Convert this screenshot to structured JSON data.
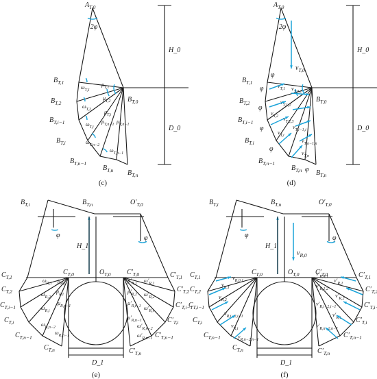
{
  "panels": {
    "c": {
      "caption": "(c)",
      "apex": "A_{T,0}",
      "angle": "2φ",
      "pivot": "B_{T,0}",
      "dim_top": "H_0",
      "dim_bottom": "D_0",
      "edge_labels": [
        "B_{T,1}",
        "B_{T,2}",
        "B_{T,i−1}",
        "B_{T,i}",
        "B_{T,n−1}",
        "B_{T,n}"
      ],
      "sector_labels": [
        "ω_{T,1}",
        "μ_{T,1}",
        "μ_{T,2}",
        "ω_{T,2}",
        "μ_{T,i}",
        "ω_{T,i}",
        "μ_{T,n−1}",
        "μ_{T,n−1}",
        "ω_{T,n−2}",
        "ω_{T,n−1}"
      ]
    },
    "d": {
      "caption": "(d)",
      "apex": "A_{T,0}",
      "angle": "2φ",
      "pivot": "B_{T,0}",
      "dim_top": "H_0",
      "dim_bottom": "D_0",
      "phi": "φ",
      "vector_main": "v_{T,0}",
      "edge_labels": [
        "B_{T,1}",
        "B_{T,2}",
        "B_{T,i−1}",
        "B_{T,i}",
        "B_{T,n−1}",
        "B_{T,n}"
      ],
      "vector_labels": [
        "v_{T,1}",
        "v_{T,0,1}",
        "v_{T,1,2}",
        "v_{T,2}",
        "v_{T,2,3}",
        "v_{T,i}",
        "v_{T,i−1,i}",
        "v_{T,n−1,n}",
        "v_{T,n}"
      ]
    },
    "e": {
      "caption": "(e)",
      "tl": "B_{T,i}",
      "tm": "B_{T,n}",
      "tr": "O′_{T,0}",
      "dim_h": "H_1",
      "dim_d": "D_1",
      "phi": "φ",
      "center_labels": [
        "C_{T,0}",
        "O_{T,0}",
        "C′_{T,0}"
      ],
      "left_edges": [
        "C_{T,1}",
        "C_{T,2}",
        "C_{T,i−1}",
        "C_{T,i}",
        "C_{T,n−1}",
        "C_{T,n}"
      ],
      "right_edges": [
        "C′_{T,1}",
        "C′_{T,2}",
        "C′_{T,i−1}",
        "C′_{T,i}",
        "C′_{T,n−1}",
        "C′_{T,n}"
      ],
      "left_sectors": [
        "ω_{R,1}",
        "μ_{R,1}",
        "ω_{R,2}",
        "μ_{R,i}",
        "ω_{R,i}",
        "μ_{R,n−1}",
        "ω_{R,n−2}",
        "ω_{R,n−1}"
      ],
      "right_sectors": [
        "μ′_{R,1}",
        "ω′_{R,1}",
        "μ′_{R,2}",
        "ω′_{R,2}",
        "μ′_{R,i−1}",
        "ω′_{R,i}",
        "μ′_{R,n−1}",
        "ω′_{R,n−2}",
        "ω′_{R,n−1}"
      ]
    },
    "f": {
      "caption": "(f)",
      "tl": "B_{T,i}",
      "tm": "B_{T,n}",
      "tr": "O′_{T,0}",
      "dim_h": "H_1",
      "dim_d": "D_1",
      "phi": "φ",
      "vector_main": "v_{R,0}",
      "center_labels": [
        "C_{T,0}",
        "O_{T,0}",
        "C′_{T,0}"
      ],
      "left_edges": [
        "C_{T,1}",
        "C_{T,2}",
        "C_{T,i−1}",
        "C_{T,i}",
        "C_{T,n−1}",
        "C_{T,n}"
      ],
      "right_edges": [
        "C′_{T,1}",
        "C′_{T,2}",
        "C′_{T,i−1}",
        "C′_{T,i}",
        "C′_{T,n−1}",
        "C′_{T,n}"
      ],
      "left_vectors": [
        "v_{R,0,1}",
        "v_{R,1}",
        "v_{R,2}",
        "v_{R,i−2,i−1}",
        "v_{R,i}",
        "v_{R,n−2,n−1}"
      ],
      "right_vectors": [
        "v′_{R,0,1}",
        "v′_{R,1}",
        "v′_{R,1,2}",
        "v′_{R,2}",
        "v′_{R,i−2,i−1}",
        "v′_{R,i}",
        "v′_{R,n−2,n−1}"
      ]
    }
  },
  "colors": {
    "line": "#1a1a1a",
    "accent": "#1aa3d9"
  }
}
